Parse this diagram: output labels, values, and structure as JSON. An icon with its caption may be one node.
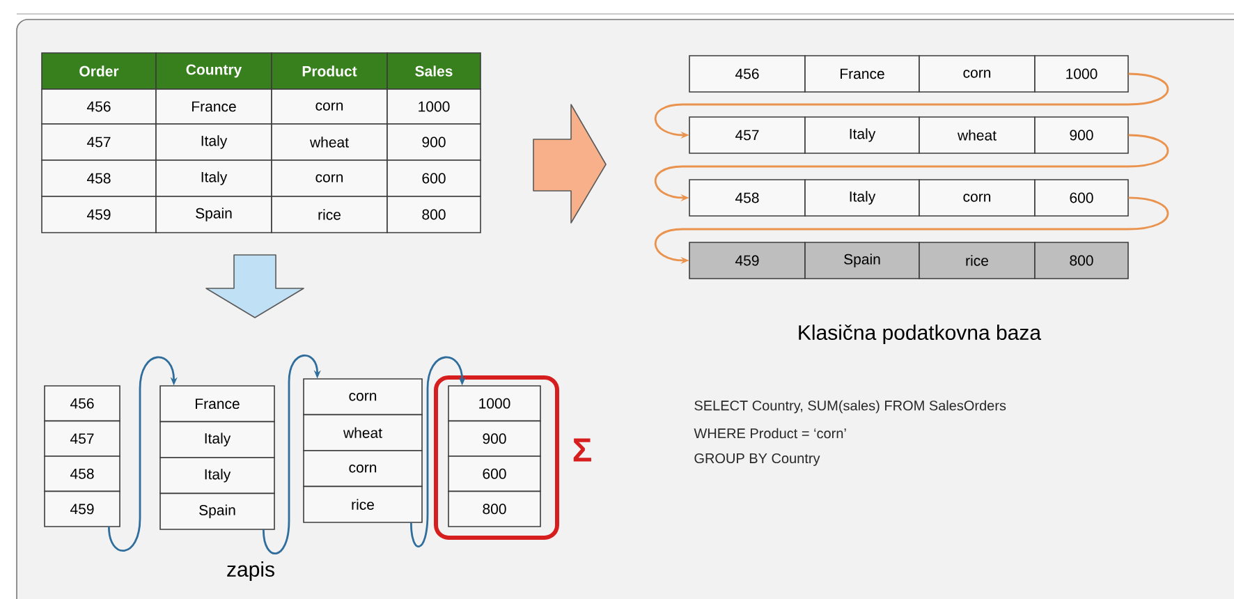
{
  "diagram": {
    "nodes": [
      {
        "text": [
          "Order",
          "Country",
          "Product",
          "Sales",
          "456",
          "France",
          "corn",
          "1000",
          "457",
          "Italy",
          "wheat",
          "900",
          "458",
          "Italy",
          "corn",
          "600",
          "459",
          "Spain",
          "rice",
          "800"
        ]
      },
      {
        "text": [
          "456",
          "France",
          "corn",
          "1000"
        ]
      },
      {
        "text": [
          "457",
          "Italy",
          "wheat",
          "900"
        ]
      },
      {
        "text": [
          "458",
          "Italy",
          "corn",
          "600"
        ]
      },
      {
        "text": [
          "459",
          "Spain",
          "rice",
          "800"
        ]
      },
      {
        "text": [
          "456",
          "457",
          "458",
          "459"
        ]
      },
      {
        "text": [
          "France",
          "Italy",
          "Italy",
          "Spain"
        ]
      },
      {
        "text": [
          "corn",
          "wheat",
          "corn",
          "rice"
        ]
      },
      {
        "text": [
          "1000",
          "900",
          "600",
          "800"
        ]
      }
    ],
    "edges": [
      {
        "from": 1,
        "to": 2,
        "arrow": "to",
        "color": "#e9934f"
      },
      {
        "from": 2,
        "to": 3,
        "arrow": "to",
        "color": "#e9934f"
      },
      {
        "from": 3,
        "to": 4,
        "arrow": "to",
        "color": "#e9934f"
      },
      {
        "from": 5,
        "to": 6,
        "arrow": "to",
        "color": "#2f6e9c"
      },
      {
        "from": 6,
        "to": 7,
        "arrow": "to",
        "color": "#2f6e9c"
      },
      {
        "from": 7,
        "to": 8,
        "arrow": "to",
        "color": "#2f6e9c"
      }
    ],
    "labels": [
      "Klasična podatkovna baza",
      "zapis",
      "Σ",
      "SELECT  Country, SUM(sales) FROM SalesOrders",
      "WHERE Product = ‘corn’",
      "GROUP  BY  Country"
    ]
  }
}
